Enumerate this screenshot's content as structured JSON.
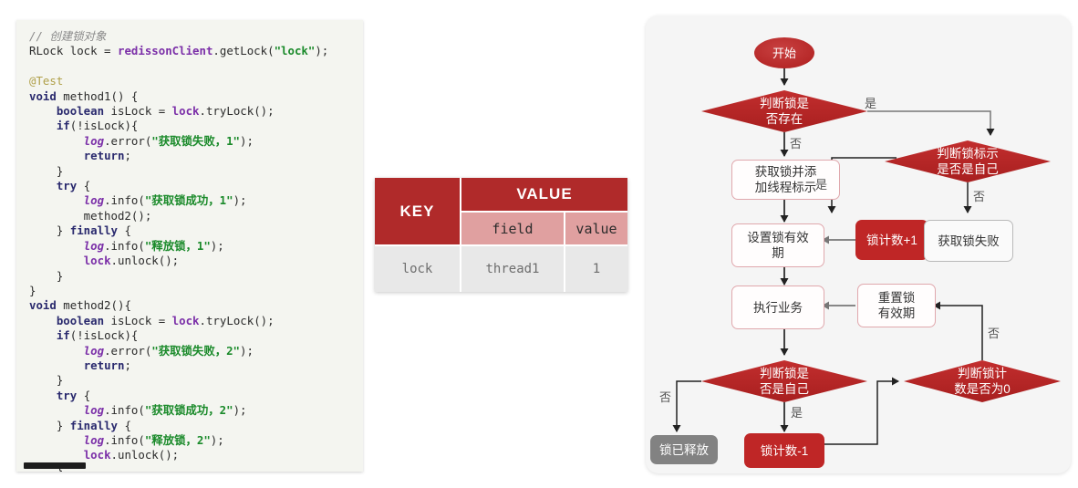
{
  "code_panel": {
    "language": "java",
    "scrollbar": "horizontal-scrollbar",
    "lines": [
      {
        "t": "comment",
        "text": "// 创建锁对象"
      },
      {
        "t": "code",
        "text": "RLock lock = redissonClient.getLock(\"lock\");"
      },
      {
        "t": "blank",
        "text": ""
      },
      {
        "t": "annotation",
        "text": "@Test"
      },
      {
        "t": "code",
        "text": "void method1() {"
      },
      {
        "t": "code",
        "text": "    boolean isLock = lock.tryLock();"
      },
      {
        "t": "code",
        "text": "    if(!isLock){"
      },
      {
        "t": "code",
        "text": "        log.error(\"获取锁失败，1\");"
      },
      {
        "t": "code",
        "text": "        return;"
      },
      {
        "t": "code",
        "text": "    }"
      },
      {
        "t": "code",
        "text": "    try {"
      },
      {
        "t": "code",
        "text": "        log.info(\"获取锁成功，1\");"
      },
      {
        "t": "code",
        "text": "        method2();"
      },
      {
        "t": "code",
        "text": "    } finally {"
      },
      {
        "t": "code",
        "text": "        log.info(\"释放锁，1\");"
      },
      {
        "t": "code",
        "text": "        lock.unlock();"
      },
      {
        "t": "code",
        "text": "    }"
      },
      {
        "t": "code",
        "text": "}"
      },
      {
        "t": "code",
        "text": "void method2(){"
      },
      {
        "t": "code",
        "text": "    boolean isLock = lock.tryLock();"
      },
      {
        "t": "code",
        "text": "    if(!isLock){"
      },
      {
        "t": "code",
        "text": "        log.error(\"获取锁失败，2\");"
      },
      {
        "t": "code",
        "text": "        return;"
      },
      {
        "t": "code",
        "text": "    }"
      },
      {
        "t": "code",
        "text": "    try {"
      },
      {
        "t": "code",
        "text": "        log.info(\"获取锁成功，2\");"
      },
      {
        "t": "code",
        "text": "    } finally {"
      },
      {
        "t": "code",
        "text": "        log.info(\"释放锁，2\");"
      },
      {
        "t": "code",
        "text": "        lock.unlock();"
      },
      {
        "t": "code",
        "text": "    }"
      }
    ]
  },
  "kv_table": {
    "key_header": "KEY",
    "value_header": "VALUE",
    "sub_headers": [
      "field",
      "value"
    ],
    "rows": [
      {
        "key": "lock",
        "field": "thread1",
        "value": "1"
      }
    ],
    "colors": {
      "header_red": "#b02a2a",
      "sub_pink": "#e0a0a0",
      "cell_gray": "#e8e8e8"
    }
  },
  "flowchart": {
    "colors": {
      "panel_bg": "#f5f5f5",
      "decision_red": "#bf2626",
      "start_red": "#c32b2b",
      "action_red": "#bf2626",
      "terminal_gray": "#828282",
      "process_border": "#e0a8ad",
      "plain_border": "#b9b9b9"
    },
    "nodes": {
      "start": "开始",
      "check_lock_exists": "判断锁是\n否存在",
      "acquire_and_tag": "获取锁并添\n加线程标示",
      "set_lock_ttl": "设置锁有效\n期",
      "run_business": "执行业务",
      "check_lock_is_self_release": "判断锁是\n否是自己",
      "lock_released": "锁已释放",
      "lock_count_minus": "锁计数-1",
      "check_count_zero": "判断锁计\n数是否为0",
      "reset_lock_ttl": "重置锁\n有效期",
      "check_owner_tag": "判断锁标示\n是否是自己",
      "lock_count_plus": "锁计数+1",
      "acquire_failed": "获取锁失败"
    },
    "edge_labels": {
      "exists_yes": "是",
      "exists_no": "否",
      "owner_yes": "是",
      "owner_no": "否",
      "self_yes": "是",
      "self_no": "否",
      "count_no": "否"
    }
  }
}
